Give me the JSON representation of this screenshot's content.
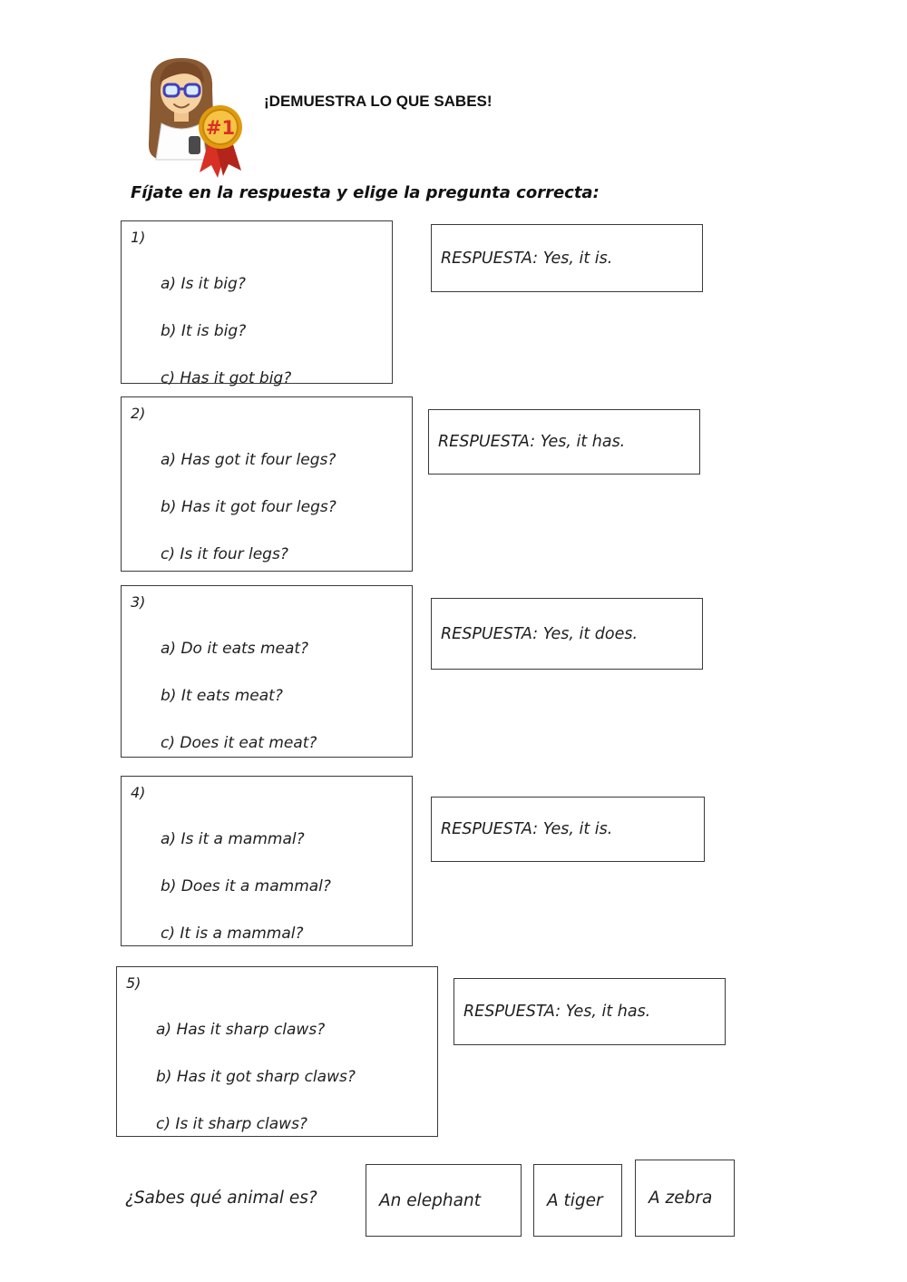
{
  "header": {
    "title": "¡DEMUESTRA LO QUE SABES!",
    "instruction": "Fíjate en la respuesta y elige la pregunta correcta:",
    "avatar_medal_label": "#1"
  },
  "questions": [
    {
      "number": "1)",
      "options": [
        "a) Is it big?",
        "b) It is big?",
        "c) Has it got big?"
      ],
      "answer": "RESPUESTA: Yes, it is."
    },
    {
      "number": "2)",
      "options": [
        "a) Has got it four legs?",
        "b) Has it got four legs?",
        "c) Is it four legs?"
      ],
      "answer": "RESPUESTA: Yes, it has."
    },
    {
      "number": "3)",
      "options": [
        "a) Do it eats meat?",
        "b) It eats meat?",
        "c) Does it eat meat?"
      ],
      "answer": "RESPUESTA: Yes, it does."
    },
    {
      "number": "4)",
      "options": [
        "a) Is it a mammal?",
        "b) Does it a mammal?",
        "c) It is a mammal?"
      ],
      "answer": "RESPUESTA: Yes, it is."
    },
    {
      "number": "5)",
      "options": [
        "a) Has it sharp claws?",
        "b) Has it got sharp claws?",
        "c) Is it sharp claws?"
      ],
      "answer": "RESPUESTA: Yes, it has."
    }
  ],
  "footer": {
    "question": "¿Sabes qué animal es?",
    "choices": [
      "An elephant",
      "A tiger",
      "A zebra"
    ]
  }
}
